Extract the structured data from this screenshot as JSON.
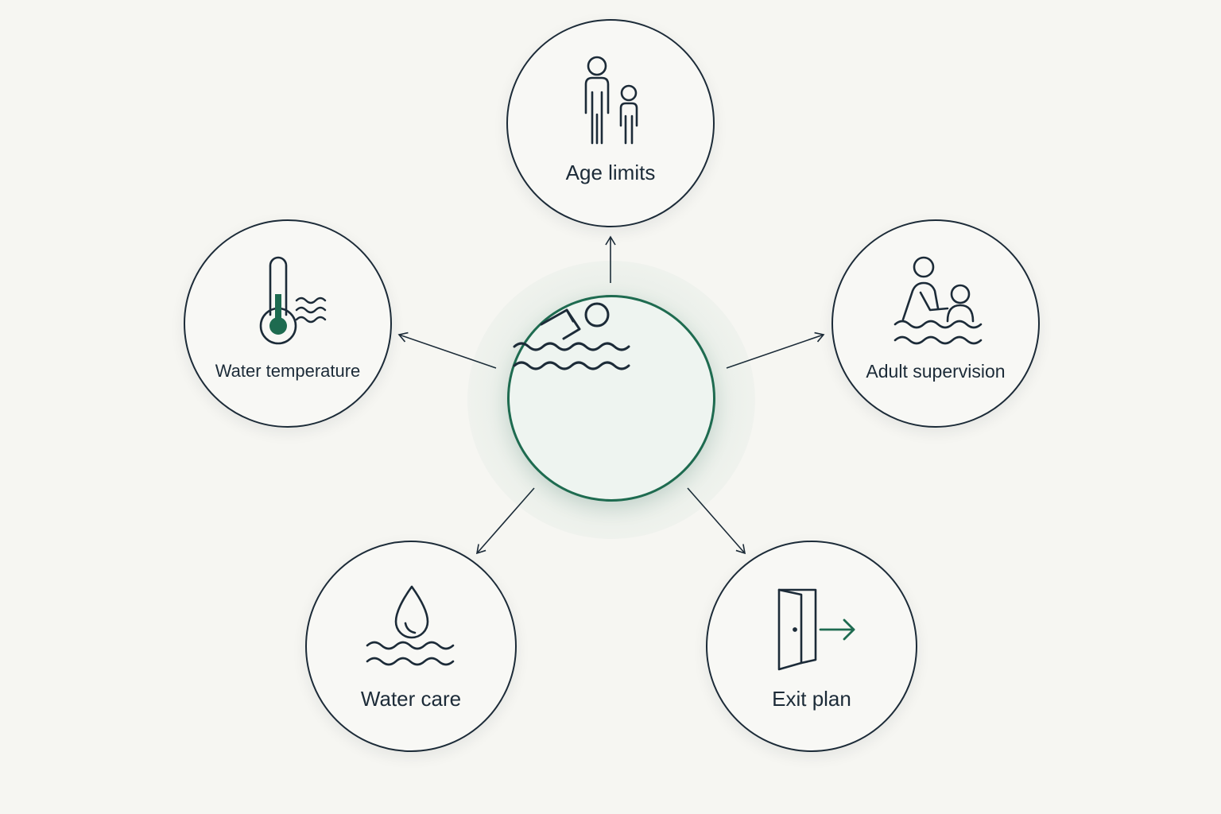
{
  "colors": {
    "background": "#f6f6f2",
    "outline": "#1c2b38",
    "accent_green": "#1e6b50"
  },
  "hub": {
    "icon": "swimmer-icon"
  },
  "nodes": [
    {
      "label": "Age limits",
      "icon": "adult-and-child-icon"
    },
    {
      "label": "Water temperature",
      "icon": "thermometer-icon"
    },
    {
      "label": "Adult supervision",
      "icon": "adult-supervising-child-icon"
    },
    {
      "label": "Water care",
      "icon": "water-drop-icon"
    },
    {
      "label": "Exit plan",
      "icon": "exit-door-icon"
    }
  ],
  "connectors": [
    {
      "from": "hub",
      "to": "Age limits"
    },
    {
      "from": "hub",
      "to": "Water temperature"
    },
    {
      "from": "hub",
      "to": "Adult supervision"
    },
    {
      "from": "hub",
      "to": "Water care"
    },
    {
      "from": "hub",
      "to": "Exit plan"
    }
  ]
}
